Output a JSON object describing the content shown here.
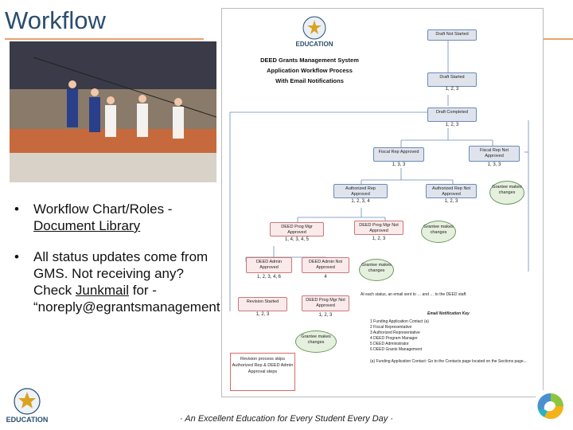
{
  "slide": {
    "title": "Workflow",
    "footer": "· An Excellent Education for Every Student Every Day ·"
  },
  "bullets": [
    {
      "pre": "Workflow Chart/Roles - ",
      "link": "Document Library",
      "post": ""
    },
    {
      "pre": "All status updates come from GMS.  Not receiving any?  Check ",
      "link": "Junkmail",
      "post": " for - “noreply@egrantsmanagement.com”"
    }
  ],
  "logo": {
    "text": "EDUCATION"
  },
  "chart": {
    "title_lines": [
      "DEED Grants Management System",
      "Application Workflow Process",
      "With Email Notifications"
    ],
    "boxes": {
      "draft_not_started": "Draft Not Started",
      "draft_started": "Draft Started",
      "draft_completed": "Draft Completed",
      "fiscal_rep_approved": "Fiscal Rep Approved",
      "fiscal_rep_not_approved": "Fiscal Rep Not Approved",
      "authorized_rep_approved": "Authorized Rep Approved",
      "authorized_rep_not_approved": "Authorized Rep Not Approved",
      "deed_prog_mgr_approved": "DEED Prog Mgr Approved",
      "deed_prog_mgr_not_approved_top": "DEED Prog Mgr Not Approved",
      "deed_admin_approved": "DEED Admin Approved",
      "deed_admin_not_approved": "DEED Admin Not Approved",
      "revision_started": "Revision Started",
      "deed_prog_mgr_not_approved_low": "DEED Prog Mgr Not Approved"
    },
    "nums": {
      "draft_started": "1, 2, 3",
      "draft_completed": "1, 2, 3",
      "fiscal_rep_approved": "1, 3, 3",
      "fiscal_rep_not_approved": "1, 3, 3",
      "authorized_rep_approved": "1, 2, 3, 4",
      "authorized_rep_not_approved": "1, 2, 3",
      "deed_prog_mgr_approved": "1, 4, 3, 4, 5",
      "deed_prog_mgr_not_approved_top": "1, 2, 3",
      "deed_admin_approved": "1, 2, 3, 4, 6",
      "deed_admin_not_approved": "4",
      "revision_started": "1, 2, 3",
      "deed_prog_mgr_not_approved_low": "1, 2, 3"
    },
    "ellipses": [
      "Grantee makes changes",
      "Grantee makes changes",
      "Grantee makes changes",
      "Grantee makes changes"
    ],
    "revision_note": "Revision process skips Authorized Rep & DEED Admin Approval steps",
    "legend_intro": "At each status, an email sent to … and … to the DEED staff.",
    "legend_title": "Email Notification Key",
    "legend_items": [
      "1  Funding Application Contact (a)",
      "2  Fiscal Representative",
      "3  Authorized Representative",
      "4  DEED Program Manager",
      "5  DEED Administrator",
      "6  DEED Grants Management"
    ],
    "legend_note": "(a) Funding Application Contact: Go to the Contacts page located on the Sections page..."
  }
}
